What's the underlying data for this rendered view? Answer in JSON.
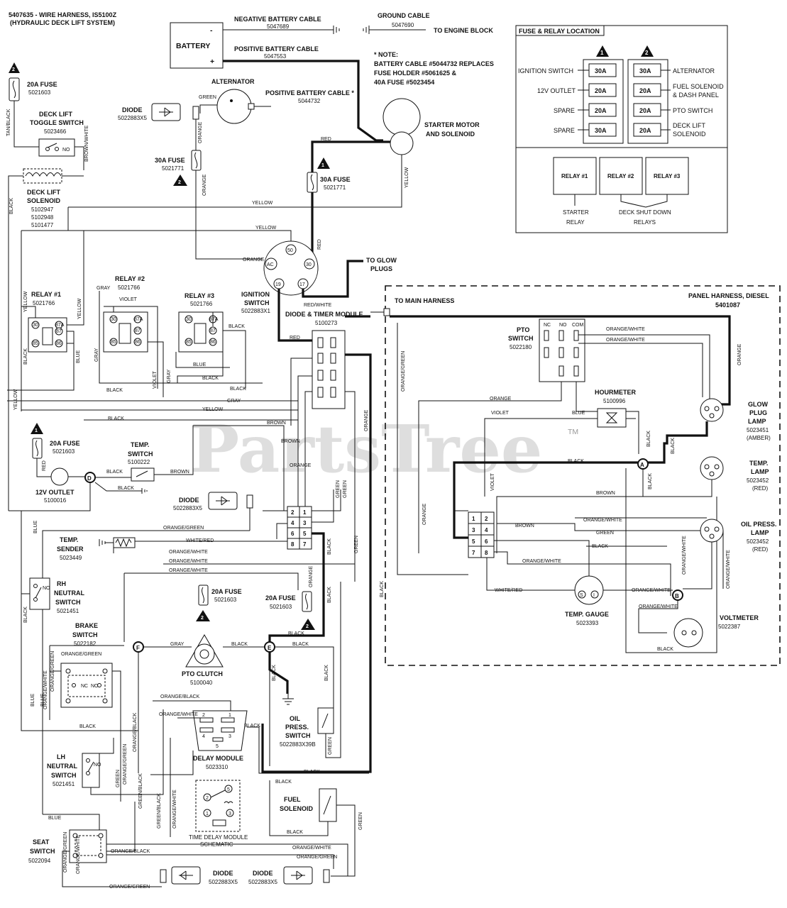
{
  "header": {
    "part": "5407635 - WIRE HARNESS, IS5100Z",
    "system": "(HYDRAULIC DECK LIFT SYSTEM)"
  },
  "battery": {
    "label": "BATTERY",
    "minus": "-",
    "plus": "+"
  },
  "cables": {
    "negative": {
      "name": "NEGATIVE BATTERY CABLE",
      "num": "5047689"
    },
    "ground": {
      "name": "GROUND CABLE",
      "num": "5047690"
    },
    "engine": "TO ENGINE BLOCK",
    "positive": {
      "name": "POSITIVE BATTERY CABLE",
      "num": "5047553"
    },
    "positive2": {
      "name": "POSITIVE BATTERY CABLE *",
      "num": "5044732"
    }
  },
  "note": {
    "title": "* NOTE:",
    "lines": [
      "BATTERY CABLE #5044732 REPLACES",
      "FUSE HOLDER #5061625 &",
      "40A FUSE #5023454"
    ]
  },
  "fuse_panel": {
    "title": "FUSE & RELAY LOCATION",
    "col1_marker": "1",
    "col2_marker": "2",
    "left": [
      {
        "name": "IGNITION SWITCH",
        "amps": "30A"
      },
      {
        "name": "12V OUTLET",
        "amps": "20A"
      },
      {
        "name": "SPARE",
        "amps": "20A"
      },
      {
        "name": "SPARE",
        "amps": "30A"
      }
    ],
    "right": [
      {
        "name": "ALTERNATOR",
        "amps": "30A"
      },
      {
        "name": "FUEL SOLENOID",
        "name2": "& DASH PANEL",
        "amps": "20A"
      },
      {
        "name": "PTO SWITCH",
        "amps": "20A"
      },
      {
        "name": "DECK LIFT",
        "name2": "SOLENOID",
        "amps": "20A"
      }
    ],
    "relays": [
      "RELAY #1",
      "RELAY #2",
      "RELAY #3"
    ],
    "starter": [
      "STARTER",
      "RELAY"
    ],
    "deck": [
      "DECK SHUT DOWN",
      "RELAYS"
    ]
  },
  "components": {
    "fuse20_top": {
      "name": "20A FUSE",
      "num": "5021603",
      "marker": "2"
    },
    "deck_switch": {
      "name1": "DECK LIFT",
      "name2": "TOGGLE SWITCH",
      "num": "5023466"
    },
    "deck_solenoid": {
      "name1": "DECK LIFT",
      "name2": "SOLENOID",
      "nums": [
        "5102947",
        "5102948",
        "5101477"
      ]
    },
    "alternator": {
      "name": "ALTERNATOR"
    },
    "diode1": {
      "name": "DIODE",
      "num": "5022883X5"
    },
    "fuse30_alt": {
      "name": "30A FUSE",
      "num": "5021771",
      "marker": "2"
    },
    "fuse30_main": {
      "name": "30A FUSE",
      "num": "5021771",
      "marker": "1"
    },
    "starter": {
      "name1": "STARTER MOTOR",
      "name2": "AND SOLENOID"
    },
    "glow": {
      "name1": "TO GLOW",
      "name2": "PLUGS"
    },
    "ignition": {
      "name1": "IGNITION",
      "name2": "SWITCH",
      "num": "5022883X1",
      "terms": [
        "50",
        "AC",
        "30",
        "19",
        "17"
      ]
    },
    "relay1": {
      "name": "RELAY #1",
      "num": "5021766"
    },
    "relay2": {
      "name": "RELAY #2",
      "num": "5021766"
    },
    "relay3": {
      "name": "RELAY #3",
      "num": "5021766"
    },
    "relay_terms": [
      "30",
      "87A",
      "87",
      "85",
      "86"
    ],
    "timer": {
      "name": "DIODE & TIMER MODULE",
      "num": "5100273"
    },
    "fuse20_outlet": {
      "name": "20A FUSE",
      "num": "5021603",
      "marker": "1"
    },
    "outlet": {
      "name": "12V OUTLET",
      "num": "5100016"
    },
    "temp_switch": {
      "name1": "TEMP.",
      "name2": "SWITCH",
      "num": "5100222"
    },
    "diode2": {
      "name": "DIODE",
      "num": "5022883X5"
    },
    "temp_sender": {
      "name1": "TEMP.",
      "name2": "SENDER",
      "num": "5023449"
    },
    "rh_neutral": {
      "name1": "RH",
      "name2": "NEUTRAL",
      "name3": "SWITCH",
      "num": "5021451"
    },
    "brake": {
      "name1": "BRAKE",
      "name2": "SWITCH",
      "num": "5022182"
    },
    "fuse20_mid": {
      "name": "20A FUSE",
      "num": "5021603",
      "marker": "2"
    },
    "fuse20_right": {
      "name": "20A FUSE",
      "num": "5021603",
      "marker": "2"
    },
    "pto_clutch": {
      "name": "PTO CLUTCH",
      "num": "5100040"
    },
    "oil_switch": {
      "name1": "OIL",
      "name2": "PRESS.",
      "name3": "SWITCH",
      "num": "5022883X39B"
    },
    "lh_neutral": {
      "name1": "LH",
      "name2": "NEUTRAL",
      "name3": "SWITCH",
      "num": "5021451"
    },
    "delay": {
      "name": "DELAY MODULE",
      "num": "5023310",
      "pins": [
        "2",
        "1",
        "4",
        "3",
        "5"
      ]
    },
    "schematic": {
      "name1": "TIME DELAY MODULE",
      "name2": "SCHEMATIC",
      "pins": [
        "2",
        "5",
        "1",
        "3"
      ]
    },
    "fuel": {
      "name1": "FUEL",
      "name2": "SOLENOID"
    },
    "seat": {
      "name1": "SEAT",
      "name2": "SWITCH",
      "num": "5022094"
    },
    "diode3": {
      "name": "DIODE",
      "num": "5022883X5"
    },
    "diode4": {
      "name": "DIODE",
      "num": "5022883X5"
    }
  },
  "switch_marks": {
    "nc": "NC",
    "no": "NO"
  },
  "connector": {
    "pins": [
      "2",
      "1",
      "4",
      "3",
      "6",
      "5",
      "8",
      "7"
    ]
  },
  "panel": {
    "title1": "PANEL HARNESS, DIESEL",
    "title2": "5401087",
    "main": "TO MAIN HARNESS",
    "pto": {
      "name1": "PTO",
      "name2": "SWITCH",
      "num": "5022180",
      "terms": [
        "NC",
        "NO",
        "COM"
      ]
    },
    "hour": {
      "name": "HOURMETER",
      "num": "5100996"
    },
    "glow_lamp": {
      "name1": "GLOW",
      "name2": "PLUG",
      "name3": "LAMP",
      "num": "5023451",
      "color": "(AMBER)"
    },
    "temp_lamp": {
      "name1": "TEMP.",
      "name2": "LAMP",
      "num": "5023452",
      "color": "(RED)"
    },
    "oil_lamp": {
      "name1": "OIL PRESS.",
      "name2": "LAMP",
      "num": "5023452",
      "color": "(RED)"
    },
    "gauge": {
      "name": "TEMP. GAUGE",
      "num": "5023393",
      "terms": [
        "S",
        "I"
      ]
    },
    "volt": {
      "name": "VOLTMETER",
      "num": "5022387"
    },
    "connector_pins": [
      "1",
      "2",
      "3",
      "4",
      "5",
      "6",
      "7",
      "8"
    ]
  },
  "junctions": {
    "a": "A",
    "b": "B",
    "d": "D",
    "e": "E",
    "f": "F"
  },
  "wires": {
    "tan_black": "TAN/BLACK",
    "brown_white": "BROWN/WHITE",
    "black": "BLACK",
    "yellow": "YELLOW",
    "red": "RED",
    "orange": "ORANGE",
    "green": "GREEN",
    "gray": "GRAY",
    "violet": "VIOLET",
    "blue": "BLUE",
    "brown": "BROWN",
    "red_white": "RED/WHITE",
    "orange_green": "ORANGE/GREEN",
    "white_red": "WHITE/RED",
    "orange_white": "ORANGE/WHITE",
    "orange_black": "ORANGE/BLACK",
    "green_black": "GREEN/BLACK"
  },
  "watermark": {
    "text": "PartsTree",
    "tm": "TM"
  }
}
